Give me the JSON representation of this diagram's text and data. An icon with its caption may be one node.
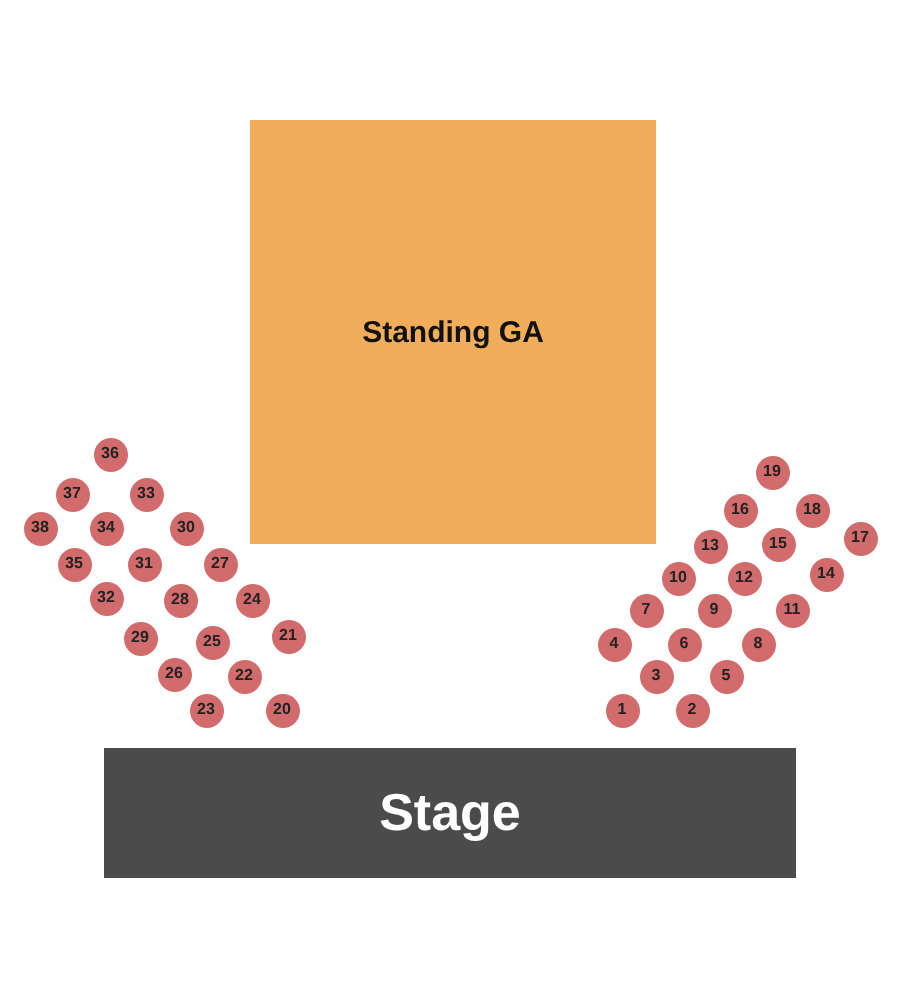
{
  "diagram": {
    "nodes": [
      {
        "text": [
          "Standing GA"
        ]
      },
      {
        "text": [
          "1"
        ]
      },
      {
        "text": [
          "2"
        ]
      },
      {
        "text": [
          "3"
        ]
      },
      {
        "text": [
          "4"
        ]
      },
      {
        "text": [
          "5"
        ]
      },
      {
        "text": [
          "6"
        ]
      },
      {
        "text": [
          "7"
        ]
      },
      {
        "text": [
          "8"
        ]
      },
      {
        "text": [
          "9"
        ]
      },
      {
        "text": [
          "10"
        ]
      },
      {
        "text": [
          "11"
        ]
      },
      {
        "text": [
          "12"
        ]
      },
      {
        "text": [
          "13"
        ]
      },
      {
        "text": [
          "14"
        ]
      },
      {
        "text": [
          "15"
        ]
      },
      {
        "text": [
          "16"
        ]
      },
      {
        "text": [
          "17"
        ]
      },
      {
        "text": [
          "18"
        ]
      },
      {
        "text": [
          "19"
        ]
      },
      {
        "text": [
          "20"
        ]
      },
      {
        "text": [
          "21"
        ]
      },
      {
        "text": [
          "22"
        ]
      },
      {
        "text": [
          "23"
        ]
      },
      {
        "text": [
          "24"
        ]
      },
      {
        "text": [
          "25"
        ]
      },
      {
        "text": [
          "26"
        ]
      },
      {
        "text": [
          "27"
        ]
      },
      {
        "text": [
          "28"
        ]
      },
      {
        "text": [
          "29"
        ]
      },
      {
        "text": [
          "30"
        ]
      },
      {
        "text": [
          "31"
        ]
      },
      {
        "text": [
          "32"
        ]
      },
      {
        "text": [
          "33"
        ]
      },
      {
        "text": [
          "34"
        ]
      },
      {
        "text": [
          "35"
        ]
      },
      {
        "text": [
          "36"
        ]
      },
      {
        "text": [
          "37"
        ]
      },
      {
        "text": [
          "38"
        ]
      },
      {
        "text": [
          "Stage"
        ]
      }
    ]
  }
}
